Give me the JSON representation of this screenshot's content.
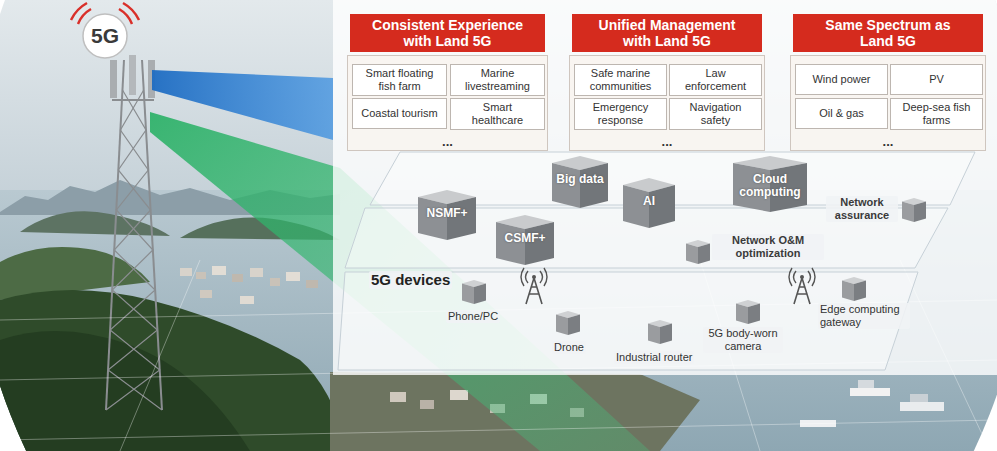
{
  "diagram": {
    "nodes": [
      {
        "text": [
          "Consistent Experience with Land 5G"
        ]
      },
      {
        "text": [
          "..."
        ]
      },
      {
        "text": [
          "Smart floating fish farm"
        ],
        "in": 1
      },
      {
        "text": [
          "Marine livestreaming"
        ],
        "in": 1
      },
      {
        "text": [
          "Coastal tourism"
        ],
        "in": 1
      },
      {
        "text": [
          "Smart healthcare"
        ],
        "in": 1
      },
      {
        "text": [
          "Unified Management with Land 5G"
        ]
      },
      {
        "text": [
          "..."
        ]
      },
      {
        "text": [
          "Safe marine communities"
        ],
        "in": 7
      },
      {
        "text": [
          "Law enforcement"
        ],
        "in": 7
      },
      {
        "text": [
          "Emergency response"
        ],
        "in": 7
      },
      {
        "text": [
          "Navigation safety"
        ],
        "in": 7
      },
      {
        "text": [
          "Same Spectrum as Land 5G"
        ]
      },
      {
        "text": [
          "..."
        ]
      },
      {
        "text": [
          "Wind power"
        ],
        "in": 13
      },
      {
        "text": [
          "PV"
        ],
        "in": 13
      },
      {
        "text": [
          "Oil & gas"
        ],
        "in": 13
      },
      {
        "text": [
          "Deep-sea fish farms"
        ],
        "in": 13
      },
      {
        "text": [
          "Big data"
        ]
      },
      {
        "text": [
          "Cloud computing"
        ]
      },
      {
        "text": [
          "AI"
        ]
      },
      {
        "text": [
          "NSMF+"
        ]
      },
      {
        "text": [
          "CSMF+"
        ]
      }
    ],
    "labels": [
      "5G",
      "Network assurance",
      "Network O&M optimization",
      "5G devices",
      "Phone/PC",
      "Drone",
      "Industrial router",
      "5G body-worn camera",
      "Edge computing gateway"
    ]
  }
}
